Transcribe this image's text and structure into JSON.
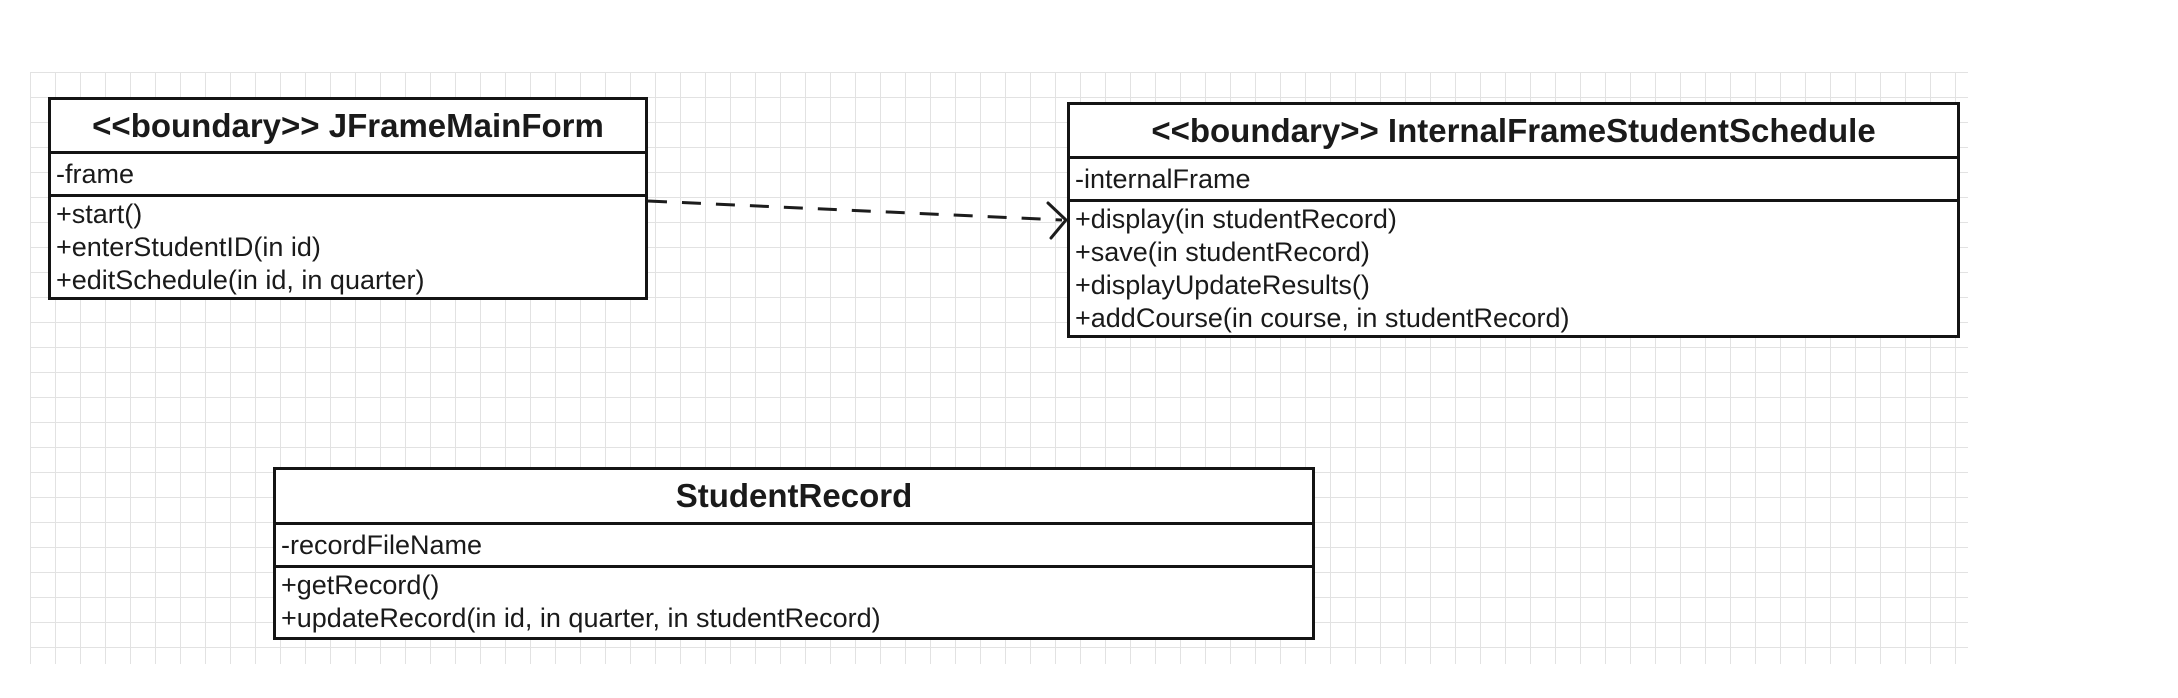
{
  "diagram": {
    "type": "uml-class-diagram",
    "classes": [
      {
        "title": "<<boundary>> JFrameMainForm",
        "attributes": [
          "-frame"
        ],
        "methods": [
          "+start()",
          "+enterStudentID(in id)",
          "+editSchedule(in id, in quarter)"
        ]
      },
      {
        "title": "<<boundary>> InternalFrameStudentSchedule",
        "attributes": [
          "-internalFrame"
        ],
        "methods": [
          "+display(in studentRecord)",
          "+save(in studentRecord)",
          "+displayUpdateResults()",
          "+addCourse(in course, in studentRecord)"
        ]
      },
      {
        "title": "StudentRecord",
        "attributes": [
          "-recordFileName"
        ],
        "methods": [
          "+getRecord()",
          "+updateRecord(in id, in quarter, in studentRecord)"
        ]
      }
    ],
    "connector": {
      "type": "dependency",
      "line_style": "dashed",
      "arrowhead": "open",
      "from": "JFrameMainForm",
      "to": "InternalFrameStudentSchedule"
    },
    "colors": {
      "background": "#ffffff",
      "grid_line": "#e2e2e2",
      "box_border": "#141414",
      "box_fill": "#ffffff",
      "text": "#1a1a1a",
      "connector_line": "#1c1c1c"
    }
  }
}
